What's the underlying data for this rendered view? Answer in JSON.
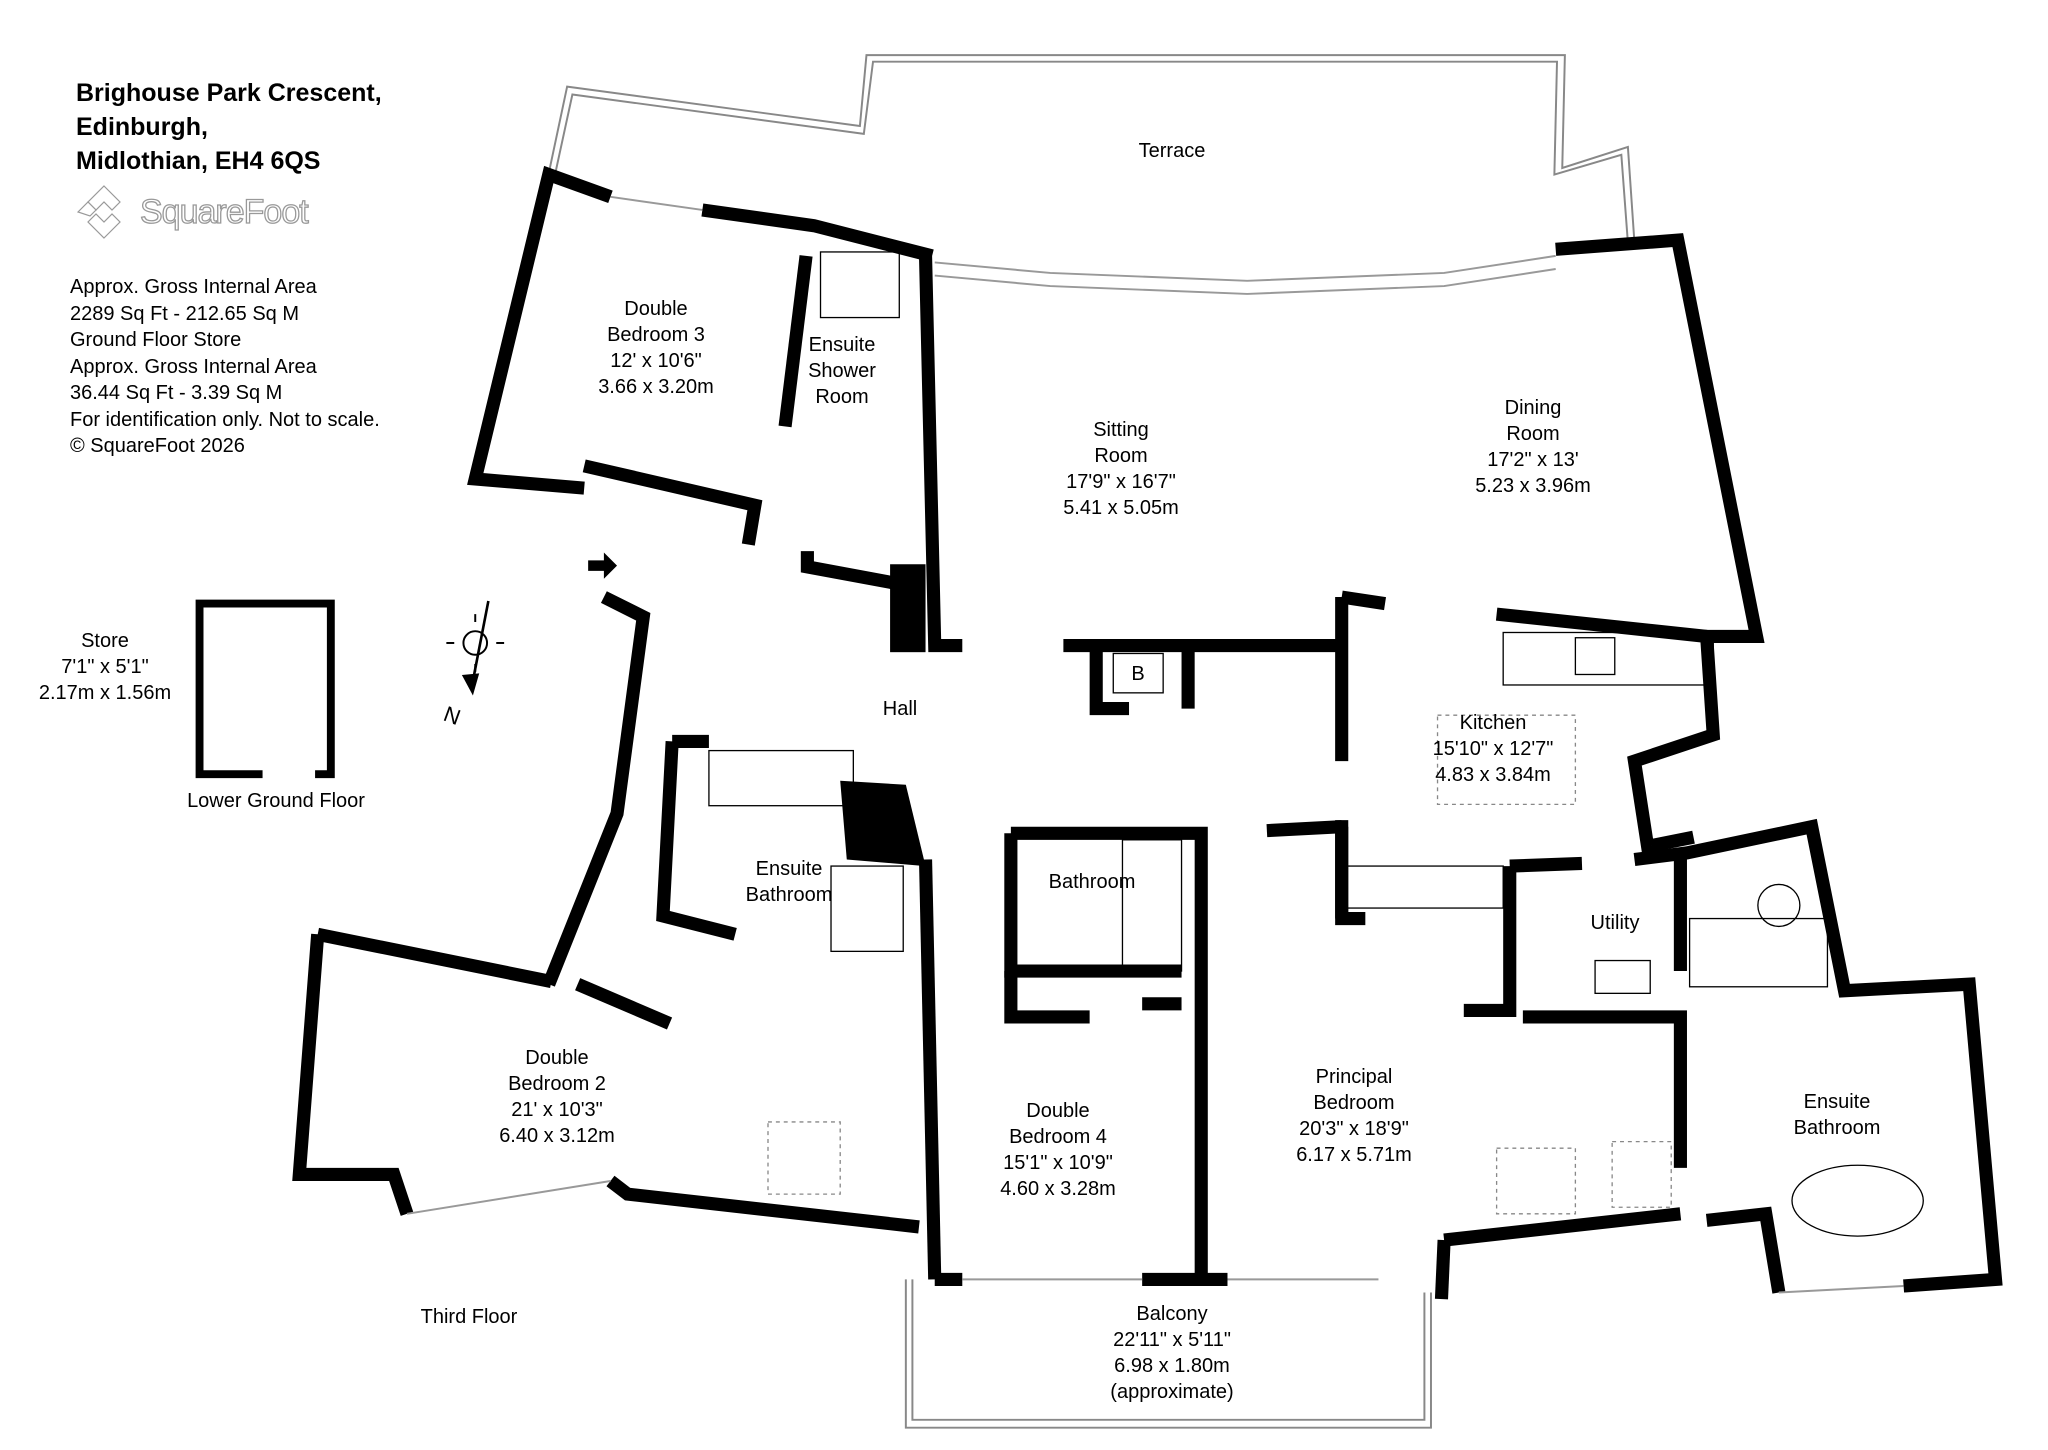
{
  "address": [
    "Brighouse Park Crescent,",
    "Edinburgh,",
    "Midlothian, EH4 6QS"
  ],
  "brand": "SquareFoot",
  "info": [
    "Approx. Gross Internal Area",
    "2289 Sq Ft  -  212.65 Sq M",
    "Ground Floor Store",
    "Approx. Gross Internal Area",
    "36.44 Sq Ft  -  3.39 Sq M",
    "For identification only. Not to scale.",
    "© SquareFoot 2026"
  ],
  "compass": "N",
  "floors": {
    "third": "Third Floor",
    "lower": "Lower Ground Floor"
  },
  "rooms": {
    "terrace": [
      "Terrace"
    ],
    "bedroom3": [
      "Double",
      "Bedroom 3",
      "12' x 10'6\"",
      "3.66 x 3.20m"
    ],
    "shower": [
      "Ensuite",
      "Shower",
      "Room"
    ],
    "sitting": [
      "Sitting",
      "Room",
      "17'9\" x 16'7\"",
      "5.41 x 5.05m"
    ],
    "dining": [
      "Dining",
      "Room",
      "17'2\" x 13'",
      "5.23 x 3.96m"
    ],
    "store": [
      "Store",
      "7'1\" x 5'1\"",
      "2.17m x 1.56m"
    ],
    "hall": [
      "Hall"
    ],
    "boiler": [
      "B"
    ],
    "kitchen": [
      "Kitchen",
      "15'10\" x 12'7\"",
      "4.83 x 3.84m"
    ],
    "ensuite1": [
      "Ensuite",
      "Bathroom"
    ],
    "bathroom": [
      "Bathroom"
    ],
    "utility": [
      "Utility"
    ],
    "bedroom2": [
      "Double",
      "Bedroom 2",
      "21' x 10'3\"",
      "6.40 x 3.12m"
    ],
    "bedroom4": [
      "Double",
      "Bedroom 4",
      "15'1\" x 10'9\"",
      "4.60 x 3.28m"
    ],
    "principal": [
      "Principal",
      "Bedroom",
      "20'3\" x 18'9\"",
      "6.17 x 5.71m"
    ],
    "ensuite2": [
      "Ensuite",
      "Bathroom"
    ],
    "balcony": [
      "Balcony",
      "22'11\" x 5'11\"",
      "6.98 x 1.80m",
      "(approximate)"
    ]
  }
}
